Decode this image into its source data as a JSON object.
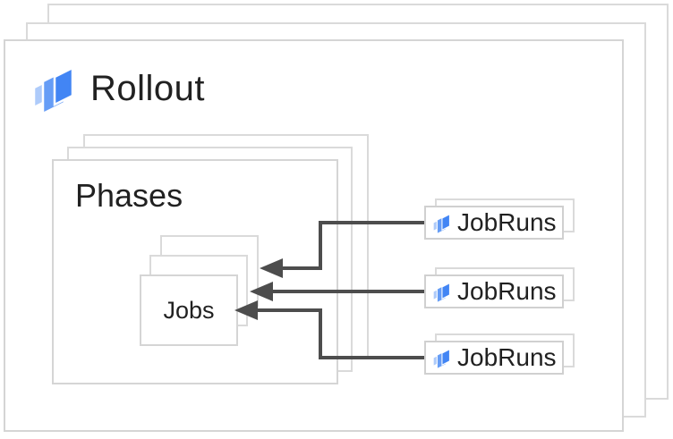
{
  "rollout": {
    "label": "Rollout"
  },
  "phases": {
    "label": "Phases"
  },
  "jobs": {
    "label": "Jobs"
  },
  "jobruns": {
    "cards": [
      {
        "label": "JobRuns"
      },
      {
        "label": "JobRuns"
      },
      {
        "label": "JobRuns"
      }
    ]
  },
  "icons": {
    "deploy": "cloud-deploy-icon"
  },
  "colors": {
    "icon_blue_dark": "#4285F4",
    "icon_blue_mid": "#669DF6",
    "icon_blue_light": "#AECBFA",
    "box_border": "#D5D5D5",
    "arrow": "#4D4D4D",
    "text": "#212121",
    "background": "#FFFFFF"
  }
}
